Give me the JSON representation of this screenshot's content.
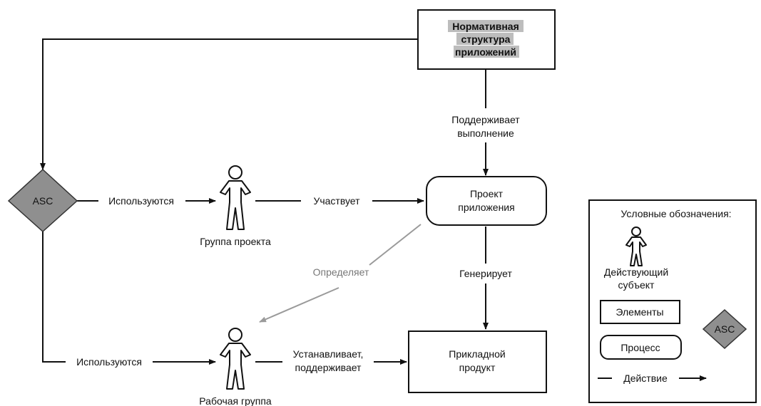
{
  "nodes": {
    "framework": [
      "Нормативная",
      "структура",
      "приложений"
    ],
    "asc_main": "ASC",
    "project": [
      "Проект",
      "приложения"
    ],
    "product": [
      "Прикладной",
      "продукт"
    ],
    "project_group": "Группа проекта",
    "work_group": "Рабочая группа"
  },
  "edges": {
    "supports": [
      "Поддерживает",
      "выполнение"
    ],
    "used_top": "Используются",
    "participates": "Участвует",
    "defines": "Определяет",
    "generates": "Генерирует",
    "used_bottom": "Используются",
    "establishes": [
      "Устанавливает,",
      "поддерживает"
    ]
  },
  "legend": {
    "title": "Условные обозначения:",
    "actor": [
      "Действующий",
      "субъект"
    ],
    "elements": "Элементы",
    "process": "Процесс",
    "action": "Действие",
    "asc": "ASC"
  },
  "colors": {
    "diamond_fill": "#8f8f8f",
    "defines_arrow": "#9a9a9a",
    "title_highlight": "#bdbdbd"
  }
}
